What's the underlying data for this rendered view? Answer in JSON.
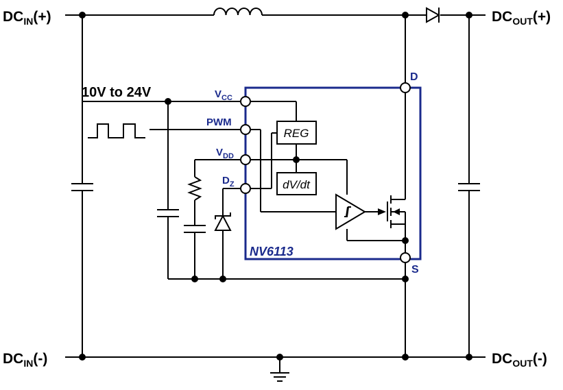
{
  "labels": {
    "dcin_pos": {
      "main": "DC",
      "sub": "IN",
      "suffix": "(+)"
    },
    "dcin_neg": {
      "main": "DC",
      "sub": "IN",
      "suffix": "(-)"
    },
    "dcout_pos": {
      "main": "DC",
      "sub": "OUT",
      "suffix": "(+)"
    },
    "dcout_neg": {
      "main": "DC",
      "sub": "OUT",
      "suffix": "(-)"
    },
    "supply": "10V to 24V",
    "chip": "NV6113",
    "pin_d": "D",
    "pin_s": "S",
    "pin_vcc": {
      "main": "V",
      "sub": "CC"
    },
    "pin_pwm": "PWM",
    "pin_vdd": {
      "main": "V",
      "sub": "DD"
    },
    "pin_dz": {
      "main": "D",
      "sub": "Z"
    },
    "reg": "REG",
    "dvdt": "dV/dt"
  },
  "colors": {
    "chip_outline": "#1a2a8c",
    "wire": "#000000"
  }
}
